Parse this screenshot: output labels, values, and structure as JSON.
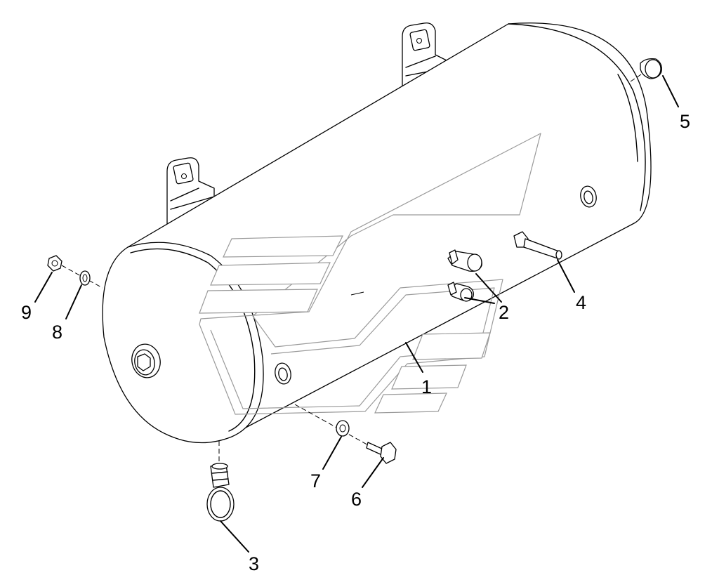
{
  "callouts": [
    {
      "id": "1",
      "label": "1"
    },
    {
      "id": "2",
      "label": "2"
    },
    {
      "id": "3",
      "label": "3"
    },
    {
      "id": "4",
      "label": "4"
    },
    {
      "id": "5",
      "label": "5"
    },
    {
      "id": "6",
      "label": "6"
    },
    {
      "id": "7",
      "label": "7"
    },
    {
      "id": "8",
      "label": "8"
    },
    {
      "id": "9",
      "label": "9"
    }
  ],
  "colors": {
    "line": "#000000",
    "watermark": "#9a9a9a",
    "background": "#ffffff"
  },
  "icons": [
    "air-tank",
    "mounting-bracket",
    "drain-valve",
    "check-valve",
    "plug",
    "bolt",
    "washer",
    "nut",
    "watermark-logo"
  ]
}
